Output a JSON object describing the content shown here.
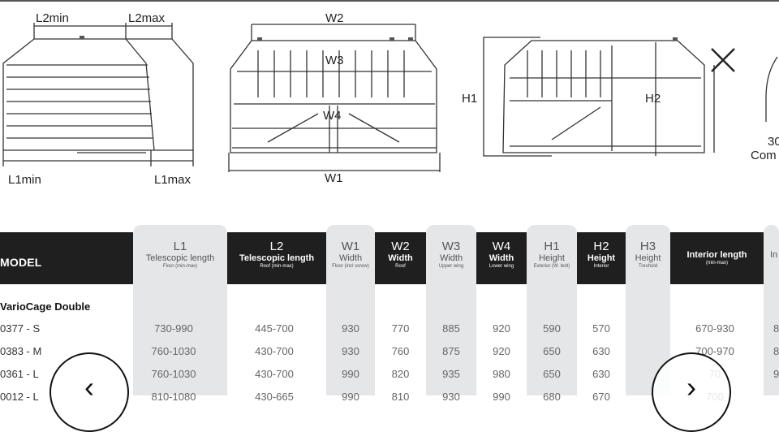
{
  "diagram_labels": {
    "l2min": "L2min",
    "l2max": "L2max",
    "l1min": "L1min",
    "l1max": "L1max",
    "w1": "W1",
    "w2": "W2",
    "w3": "W3",
    "w4": "W4",
    "h1": "H1",
    "h2": "H2",
    "cut_top": "30",
    "cut_bottom": "Com"
  },
  "table": {
    "model_header": "MODEL",
    "columns": [
      {
        "code": "L1",
        "name": "Telescopic length",
        "sub": "Floor (min-max)",
        "style": "light"
      },
      {
        "code": "L2",
        "name": "Telescopic length",
        "sub": "Roof (min-max)",
        "style": "dark"
      },
      {
        "code": "W1",
        "name": "Width",
        "sub": "Floor (incl screw)",
        "style": "light"
      },
      {
        "code": "W2",
        "name": "Width",
        "sub": "Roof",
        "style": "dark"
      },
      {
        "code": "W3",
        "name": "Width",
        "sub": "Upper wing",
        "style": "light"
      },
      {
        "code": "W4",
        "name": "Width",
        "sub": "Lower wing",
        "style": "dark"
      },
      {
        "code": "H1",
        "name": "Height",
        "sub": "Exterior (W. bolt)",
        "style": "light"
      },
      {
        "code": "H2",
        "name": "Height",
        "sub": "Interior",
        "style": "dark"
      },
      {
        "code": "H3",
        "name": "Height",
        "sub": "Treshold",
        "style": "light"
      },
      {
        "code": "",
        "name": "Interior length",
        "sub": "(min-max)",
        "style": "dark"
      },
      {
        "code": "",
        "name": "In",
        "sub": "",
        "style": "light"
      }
    ],
    "group_title": "VarioCage Double",
    "rows": [
      {
        "model": "0377 - S",
        "values": [
          "730-990",
          "445-700",
          "930",
          "770",
          "885",
          "920",
          "590",
          "570",
          "",
          "670-930",
          "8"
        ]
      },
      {
        "model": "0383 - M",
        "values": [
          "760-1030",
          "430-700",
          "930",
          "760",
          "875",
          "920",
          "650",
          "630",
          "",
          "700-970",
          "8"
        ]
      },
      {
        "model": "0361 - L",
        "values": [
          "760-1030",
          "430-700",
          "990",
          "820",
          "935",
          "980",
          "650",
          "630",
          "",
          "70",
          "9"
        ]
      },
      {
        "model": "0012 - L",
        "values": [
          "810-1080",
          "430-665",
          "990",
          "810",
          "930",
          "990",
          "680",
          "670",
          "",
          "700",
          ""
        ]
      }
    ]
  },
  "nav": {
    "prev": "‹",
    "next": "›"
  }
}
